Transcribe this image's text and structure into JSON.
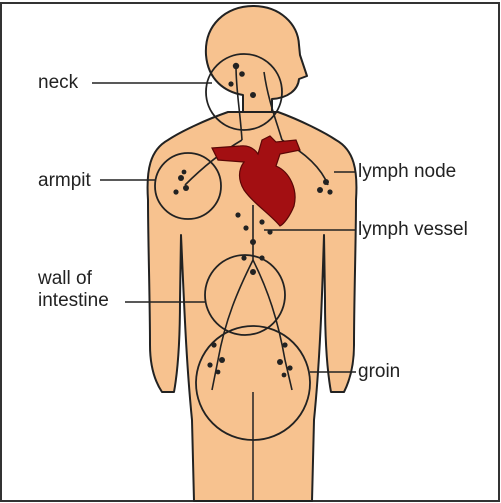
{
  "labels": {
    "neck": "neck",
    "armpit": "armpit",
    "wall_of_intestine_line1": "wall of",
    "wall_of_intestine_line2": "intestine",
    "lymph_node": "lymph node",
    "lymph_vessel": "lymph vessel",
    "groin": "groin"
  },
  "colors": {
    "skin": "#f7c28f",
    "heart": "#a30f12",
    "outline": "#222222"
  }
}
